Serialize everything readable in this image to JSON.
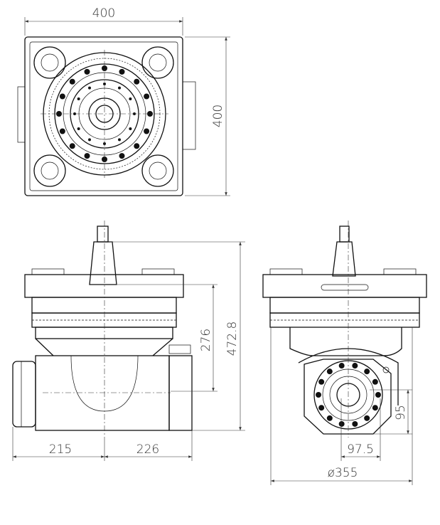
{
  "dimensions": {
    "top_width": "400",
    "top_height": "400",
    "front_height_inner": "276",
    "front_height_total": "472.8",
    "front_left": "215",
    "front_right": "226",
    "side_offset_vertical": "95",
    "side_offset_horizontal": "97.5",
    "side_diameter": "ø355"
  }
}
